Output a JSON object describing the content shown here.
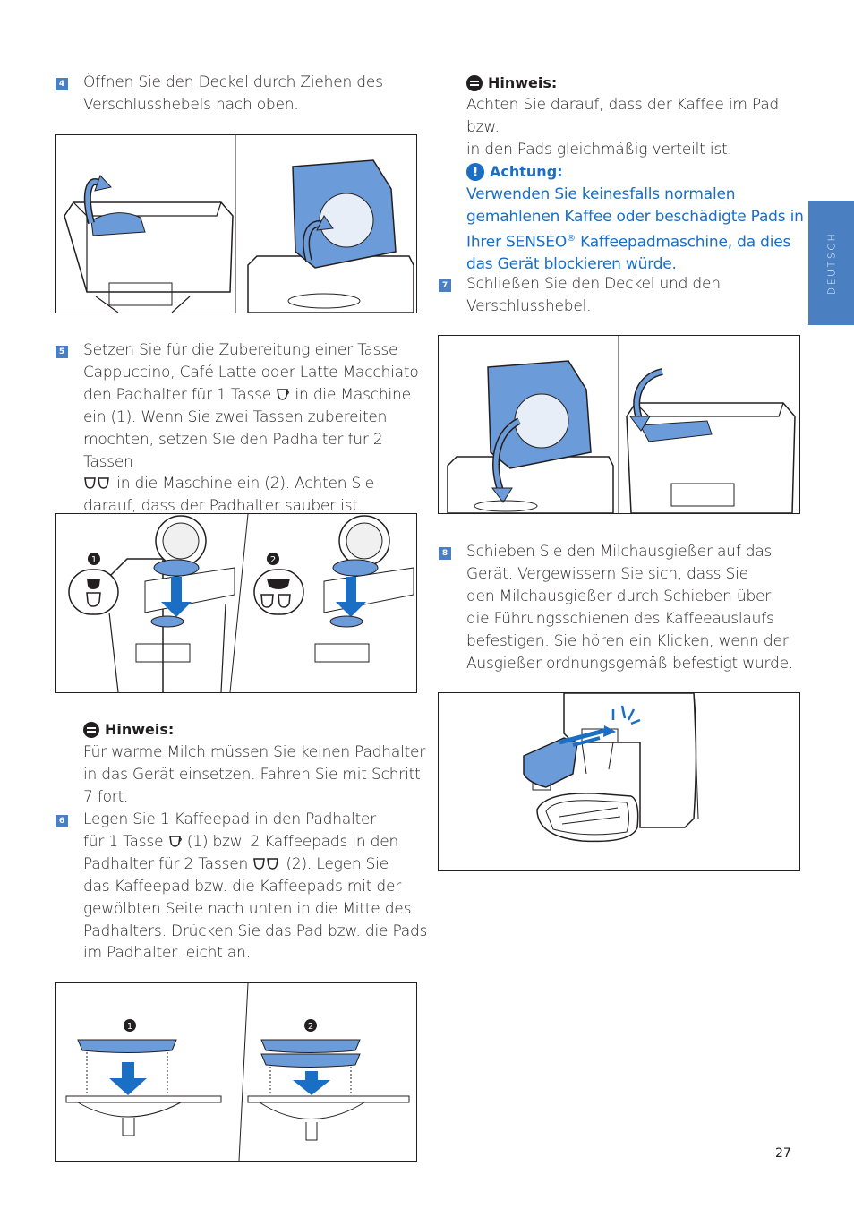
{
  "side_tab": {
    "label": "DEUTSCH"
  },
  "page_number": "27",
  "steps": {
    "s4": {
      "num": "4",
      "lines": [
        "Öffnen Sie den Deckel durch Ziehen des",
        "Verschlusshebels nach oben."
      ]
    },
    "s5": {
      "num": "5",
      "lines": [
        "Setzen Sie für die Zubereitung einer Tasse",
        "Cappuccino, Café Latte oder Latte Macchiato",
        "den Padhalter für 1 Tasse",
        "in die Maschine",
        "ein (1). Wenn Sie zwei Tassen zubereiten",
        "möchten, setzen Sie den Padhalter für 2 Tassen",
        "in die Maschine ein (2). Achten Sie",
        "darauf, dass der Padhalter sauber ist."
      ]
    },
    "s6": {
      "num": "6",
      "lines": [
        "Legen Sie 1 Kaffeepad in den Padhalter",
        "für 1 Tasse",
        "(1) bzw. 2 Kaffeepads in den",
        "Padhalter für 2 Tassen",
        "(2). Legen Sie",
        "das Kaffeepad bzw. die Kaffeepads mit der",
        "gewölbten Seite nach unten in die Mitte des",
        "Padhalters. Drücken Sie das Pad bzw. die Pads",
        "im Padhalter leicht an."
      ]
    },
    "s7": {
      "num": "7",
      "lines": [
        "Schließen Sie den Deckel und den",
        "Verschlusshebel."
      ]
    },
    "s8": {
      "num": "8",
      "lines": [
        "Schieben Sie den Milchausgießer auf das",
        "Gerät. Vergewissern Sie sich, dass Sie",
        "den Milchausgießer durch Schieben über",
        "die Führungsschienen des Kaffeeauslaufs",
        "befestigen. Sie hören ein Klicken, wenn der",
        "Ausgießer ordnungsgemäß befestigt wurde."
      ]
    }
  },
  "notes": {
    "left": {
      "title": "Hinweis:",
      "lines": [
        "Für warme Milch müssen Sie keinen Padhalter",
        "in das Gerät einsetzen. Fahren Sie mit Schritt",
        "7 fort."
      ]
    },
    "right": {
      "title": "Hinweis:",
      "lines": [
        "Achten Sie darauf, dass der Kaffee im Pad bzw.",
        "in den Pads gleichmäßig verteilt ist."
      ]
    }
  },
  "warning": {
    "title": "Achtung:",
    "lines": [
      "Verwenden Sie keinesfalls normalen",
      "gemahlenen Kaffee oder beschädigte Pads in",
      "Ihrer SENSEO",
      "Kaffeepadmaschine, da dies",
      "das Gerät blockieren würde."
    ],
    "reg": "®"
  },
  "figure_labels": {
    "one": "1",
    "two": "2"
  },
  "colors": {
    "accent": "#4a7fc1",
    "warning": "#1a6fc4",
    "part_blue": "#6b9bd8"
  }
}
